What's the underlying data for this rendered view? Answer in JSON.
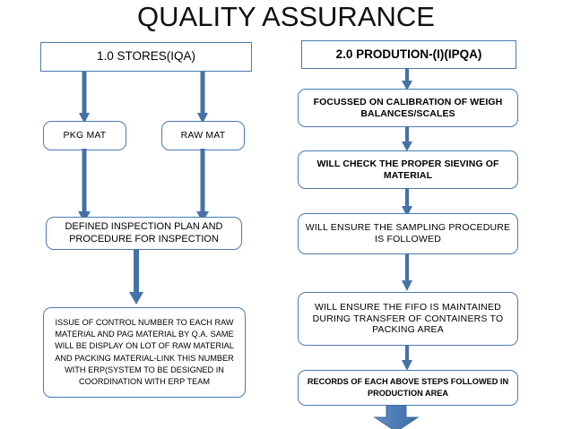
{
  "title": "QUALITY ASSURANCE",
  "theme": {
    "connector_color": "#4472a8",
    "box_border_color": "#4a7ab0",
    "box_fill_color": "#ffffff",
    "text_color": "#000000",
    "background_color": "#ffffff"
  },
  "left_column": {
    "header": "1.0  STORES(IQA)",
    "branches": [
      {
        "label": "PKG MAT"
      },
      {
        "label": "RAW MAT"
      }
    ],
    "steps": [
      {
        "label": "DEFINED INSPECTION PLAN AND\nPROCEDURE  FOR INSPECTION"
      },
      {
        "label": "ISSUE OF CONTROL NUMBER TO EACH RAW\nMATERIAL AND PAG MATERIAL  BY Q.A. SAME\nWILL BE DISPLAY ON LOT OF RAW MATERIAL\nAND PACKING MATERIAL-LINK THIS NUMBER\nWITH ERP(SYSTEM TO BE DESIGNED IN\nCOORDINATION WITH ERP TEAM"
      }
    ]
  },
  "right_column": {
    "header": "2.0    PRODUTION-(I)(IPQA)",
    "steps": [
      {
        "label": "FOCUSSED ON CALIBRATION OF WEIGH\nBALANCES/SCALES"
      },
      {
        "label": "WILL CHECK THE PROPER SIEVING  OF\nMATERIAL"
      },
      {
        "label": "WILL ENSURE THE SAMPLING PROCEDURE\nIS FOLLOWED"
      },
      {
        "label": "WILL ENSURE THE FIFO IS MAINTAINED\nDURING TRANSFER OF CONTAINERS TO\nPACKING AREA"
      },
      {
        "label": "RECORDS OF EACH ABOVE STEPS FOLLOWED IN\nPRODUCTION AREA"
      }
    ]
  }
}
